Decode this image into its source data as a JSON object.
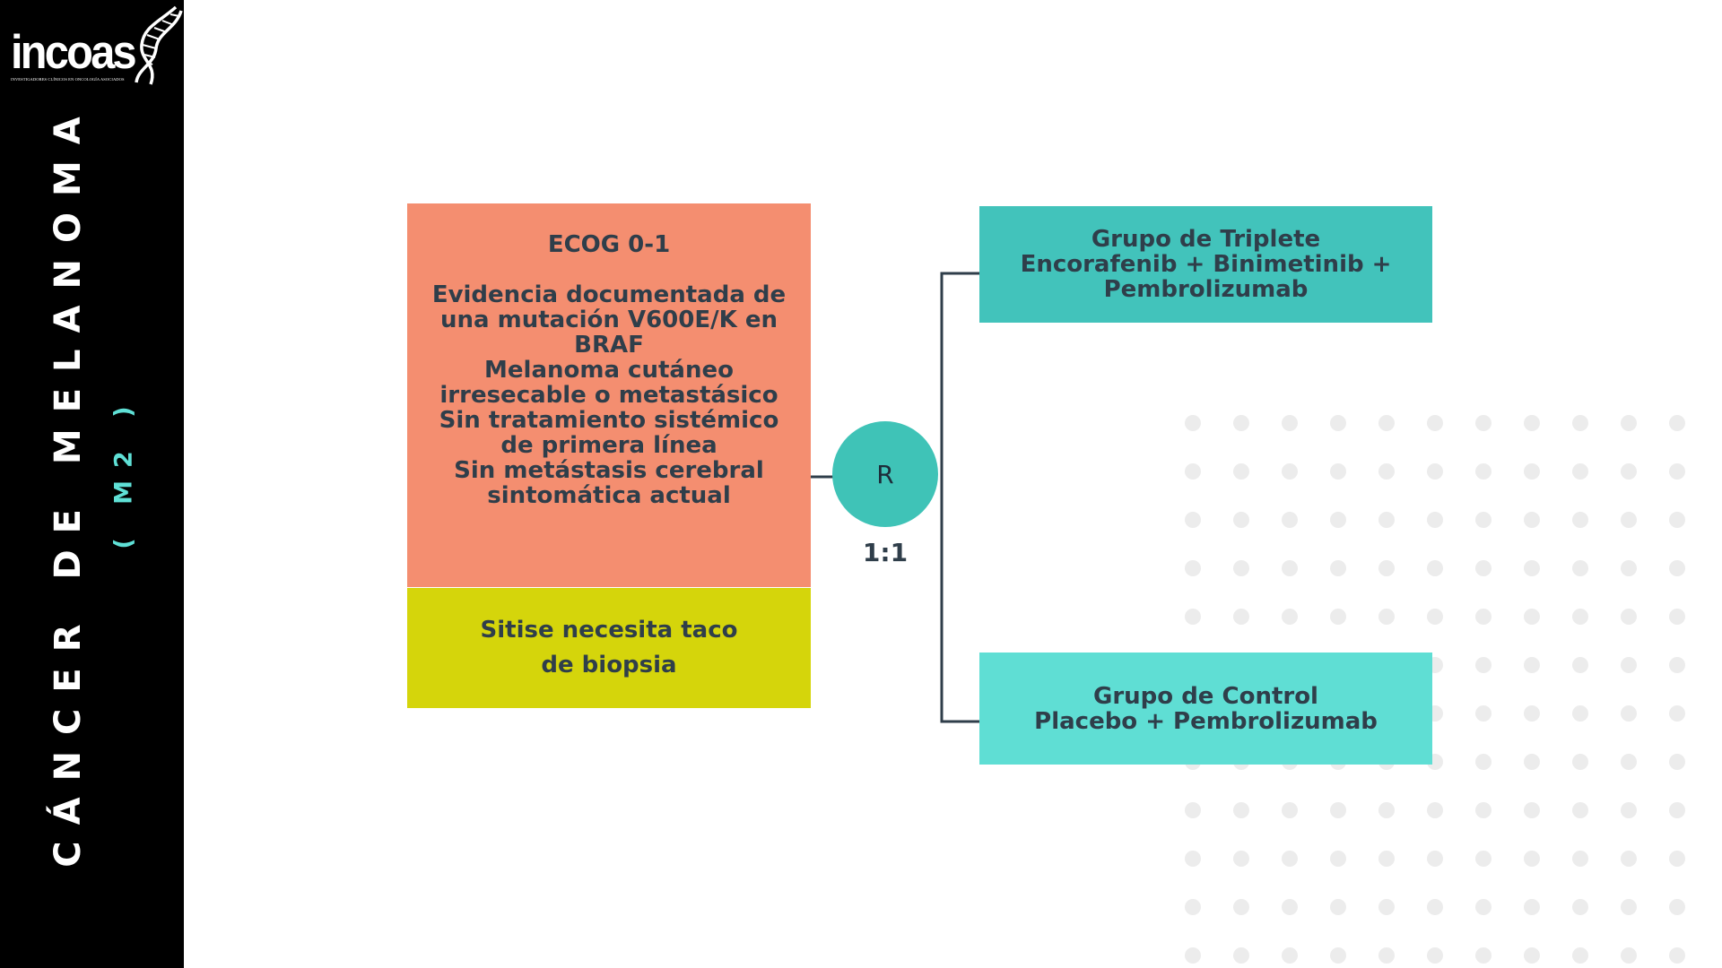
{
  "logo": {
    "name": "incoas",
    "tagline": "INVESTIGADORES CLÍNICOS EN ONCOLOGÍA ASOCIADOS"
  },
  "sidebar": {
    "title": "CÁNCER DE MELANOMA",
    "subtitle": "( M2 )"
  },
  "diagram": {
    "criteria": {
      "title": "ECOG 0-1",
      "lines": [
        "Evidencia documentada de",
        "una mutación V600E/K en",
        "BRAF",
        "Melanoma cutáneo",
        "irresecable o metastásico",
        "Sin tratamiento sistémico",
        "de primera línea",
        "Sin metástasis cerebral",
        "sintomática actual"
      ]
    },
    "biopsy": "Sitise necesita taco de biopsia",
    "randomization": {
      "label": "R",
      "ratio": "1:1"
    },
    "arms": [
      {
        "title": "Grupo de Triplete",
        "lines": [
          "Encorafenib + Binimetinib +",
          "Pembrolizumab"
        ]
      },
      {
        "title": "Grupo de Control",
        "lines": [
          "Placebo + Pembrolizumab"
        ]
      }
    ]
  },
  "colors": {
    "sidebar": "#000000",
    "accent_teal": "#5fe0d6",
    "criteria_box": "#f48e70",
    "biopsy_box": "#d5d50b",
    "triplet_box": "#42c3bb",
    "control_box": "#5fded4",
    "text_dark": "#2f3e4a"
  }
}
